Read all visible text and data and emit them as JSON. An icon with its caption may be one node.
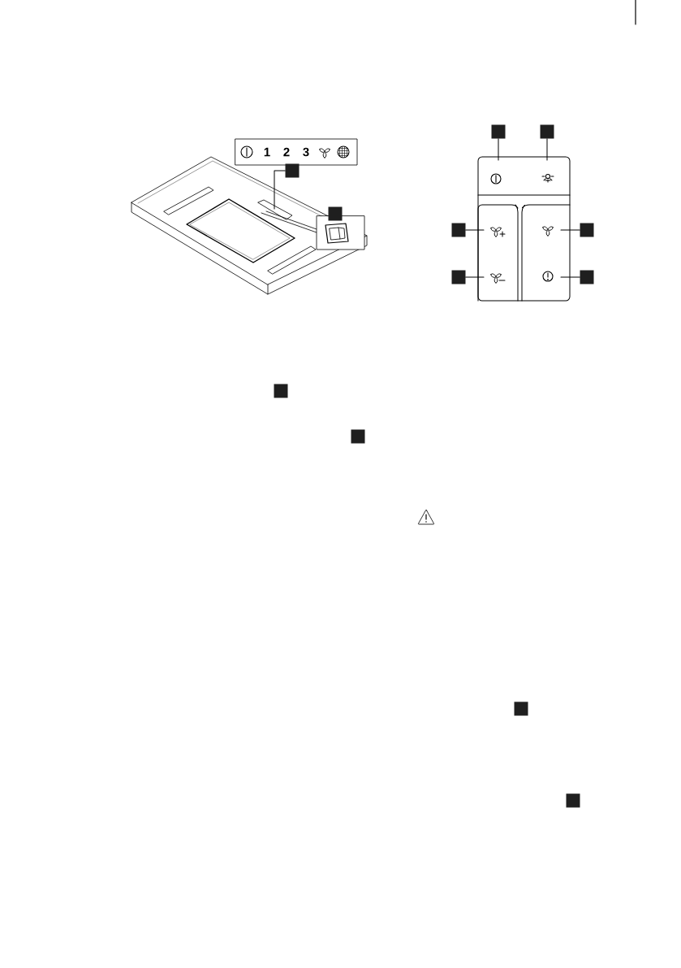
{
  "diagram": {
    "nodes": [
      {
        "text": [
          "1",
          "2",
          "3"
        ]
      },
      {
        "text": [],
        "shape": "box"
      },
      {
        "text": [],
        "shape": "box"
      },
      {
        "text": [],
        "shape": "box"
      },
      {
        "text": [],
        "shape": "box"
      },
      {
        "text": [],
        "shape": "box"
      },
      {
        "text": [],
        "shape": "box"
      },
      {
        "text": [],
        "shape": "box"
      },
      {
        "text": [],
        "shape": "box"
      },
      {
        "text": [],
        "shape": "box"
      },
      {
        "text": [],
        "shape": "box"
      },
      {
        "text": [],
        "shape": "box"
      },
      {
        "text": [],
        "shape": "box"
      }
    ],
    "edges": [
      {
        "from": 1,
        "to": null,
        "arrow": "none"
      },
      {
        "from": 3,
        "to": null,
        "arrow": "none"
      },
      {
        "from": 4,
        "to": null,
        "arrow": "none"
      },
      {
        "from": 5,
        "to": null,
        "arrow": "none"
      },
      {
        "from": 6,
        "to": null,
        "arrow": "none"
      },
      {
        "from": 7,
        "to": null,
        "arrow": "none"
      },
      {
        "from": 8,
        "to": null,
        "arrow": "none"
      }
    ]
  }
}
